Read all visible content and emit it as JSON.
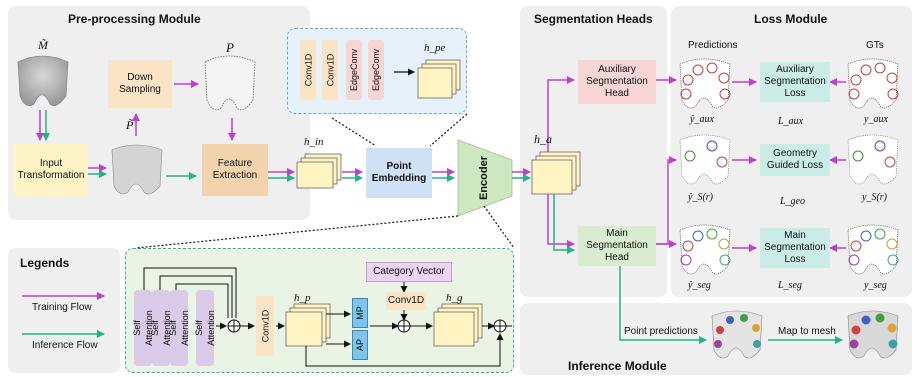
{
  "modules": {
    "preprocessing": "Pre-processing Module",
    "segmentation_heads": "Segmentation Heads",
    "loss": "Loss Module",
    "inference": "Inference Module",
    "legends": "Legends"
  },
  "blocks": {
    "down_sampling": "Down Sampling",
    "input_transformation": "Input Transformation",
    "feature_extraction": "Feature Extraction",
    "point_embedding": "Point Embedding",
    "encoder": "Encoder",
    "aux_head": "Auxiliary Segmentation Head",
    "main_head": "Main Segmentation Head",
    "aux_loss": "Auxiliary Segmentation Loss",
    "geo_loss": "Geometry Guided Loss",
    "main_loss": "Main Segmentation Loss",
    "conv1d": "Conv1D",
    "edgeconv": "EdgeConv",
    "self_attention": "Self Attention",
    "category_vector": "Category Vector",
    "mp": "MP",
    "ap": "AP"
  },
  "symbols": {
    "m_tilde": "M̃",
    "p": "P",
    "p_tilde": "P̃",
    "h_in": "h_in",
    "h_pe": "h_pe",
    "h_a": "h_a",
    "h_p": "h_p",
    "h_g": "h_g",
    "y_aux_hat": "ŷ_aux",
    "y_s_hat": "ŷ_S(r)",
    "y_seg_hat": "ŷ_seg",
    "l_aux": "L_aux",
    "l_geo": "L_geo",
    "l_seg": "L_seg",
    "y_aux": "y_aux",
    "y_s": "y_S(r)",
    "y_seg": "y_seg"
  },
  "column_labels": {
    "predictions": "Predictions",
    "gts": "GTs"
  },
  "edge_labels": {
    "point_predictions": "Point predictions",
    "map_to_mesh": "Map to mesh"
  },
  "legend": {
    "training_flow": "Training Flow",
    "inference_flow": "Inference Flow"
  },
  "colors": {
    "training": "#c03fd0",
    "inference": "#1fb48a",
    "panel_bg": "#efefef",
    "blue_dash": "#5ab0d8",
    "teal_dash": "#32b0a8"
  }
}
